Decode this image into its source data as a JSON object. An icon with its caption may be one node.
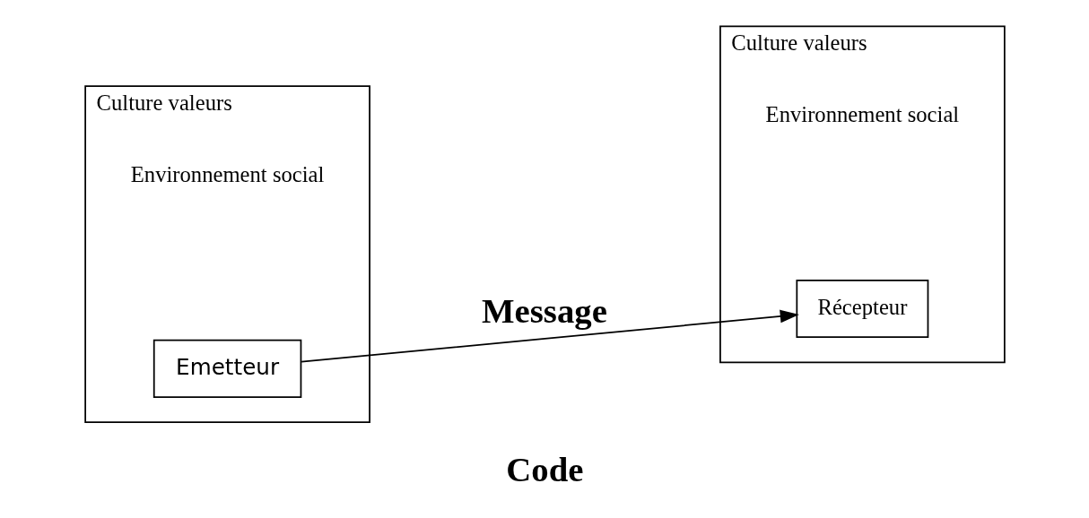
{
  "diagram": {
    "nodes": [
      {
        "text": [
          "Culture valeurs",
          "Environnement social"
        ]
      },
      {
        "text": [
          "Emetteur"
        ],
        "in": 0
      },
      {
        "text": [
          "Culture valeurs",
          "Environnement social"
        ]
      },
      {
        "text": [
          "Récepteur"
        ],
        "in": 2
      }
    ],
    "edges": [
      {
        "from": 1,
        "to": 3,
        "arrow": "to",
        "label": "Message"
      }
    ],
    "labels": [
      "Code"
    ]
  }
}
